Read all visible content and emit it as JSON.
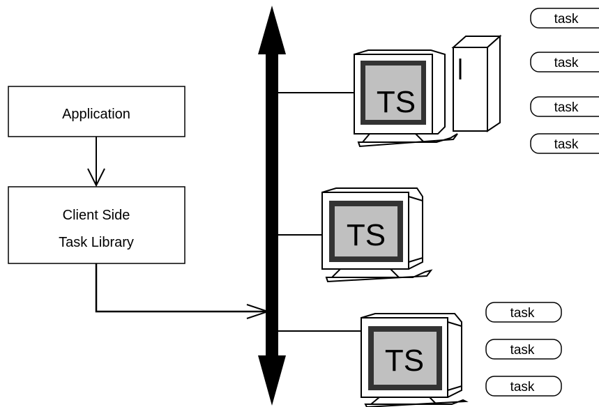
{
  "boxes": {
    "application": "Application",
    "client_library_line1": "Client Side",
    "client_library_line2": "Task Library"
  },
  "servers": [
    {
      "label": "TS",
      "tasks": [
        "task",
        "task",
        "task",
        "task"
      ]
    },
    {
      "label": "TS",
      "tasks": []
    },
    {
      "label": "TS",
      "tasks": [
        "task",
        "task",
        "task"
      ]
    }
  ],
  "colors": {
    "screen": "#c0c0c0",
    "bezel": "#333333",
    "line": "#000000",
    "background": "#ffffff"
  }
}
